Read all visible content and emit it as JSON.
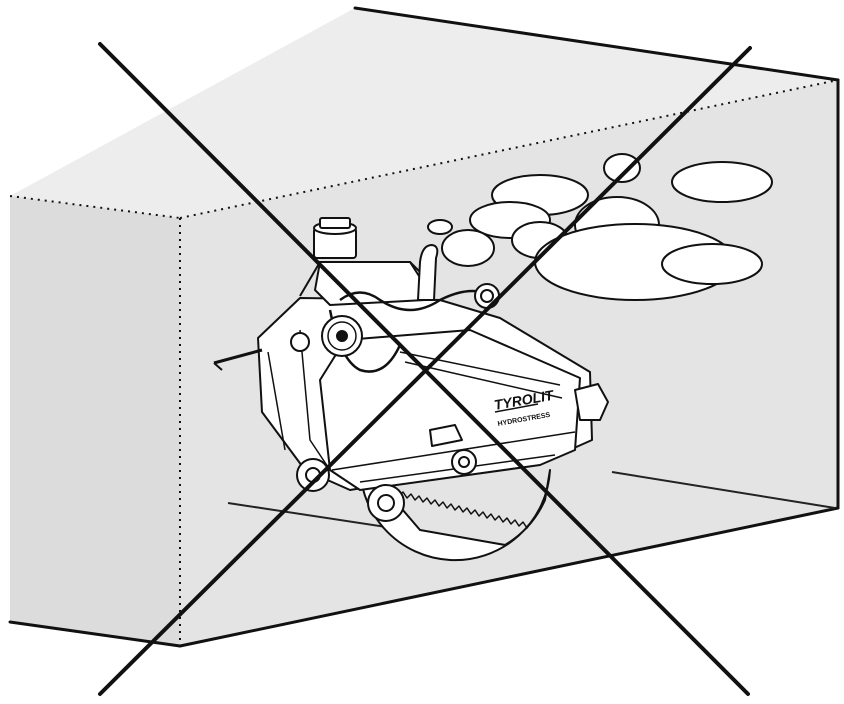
{
  "illustration": {
    "subject": "wall-saw-in-enclosed-room-prohibited",
    "machine_brand": "TYROLIT",
    "machine_model": "HYDROSTRESS",
    "colors": {
      "room_fill": "#e6e6e6",
      "ceiling_fill": "#ececec",
      "machine_fill": "#ffffff",
      "line": "#111111",
      "exhaust_cloud": "#ffffff"
    },
    "prohibition_mark": "cross"
  }
}
